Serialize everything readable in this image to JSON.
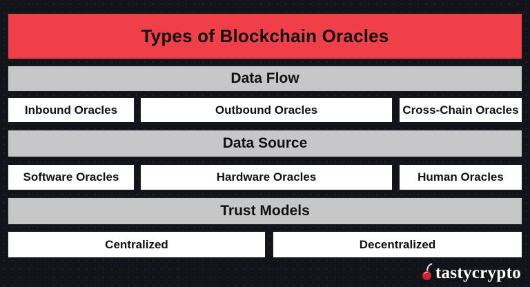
{
  "title": "Types of Blockchain Oracles",
  "sections": [
    {
      "header": "Data Flow",
      "items": [
        "Inbound Oracles",
        "Outbound Oracles",
        "Cross-Chain Oracles"
      ]
    },
    {
      "header": "Data Source",
      "items": [
        "Software Oracles",
        "Hardware Oracles",
        "Human Oracles"
      ]
    },
    {
      "header": "Trust Models",
      "items": [
        "Centralized",
        "Decentralized"
      ]
    }
  ],
  "brand": {
    "name": "tastycrypto",
    "icon": "cherry-icon"
  },
  "colors": {
    "accent_red": "#EF4049",
    "section_gray": "#C7C7C8",
    "box_white": "#FFFFFF",
    "background": "#13131A",
    "text": "#111111",
    "brand_text": "#FFFFFF",
    "cherry_red": "#CF2430"
  }
}
